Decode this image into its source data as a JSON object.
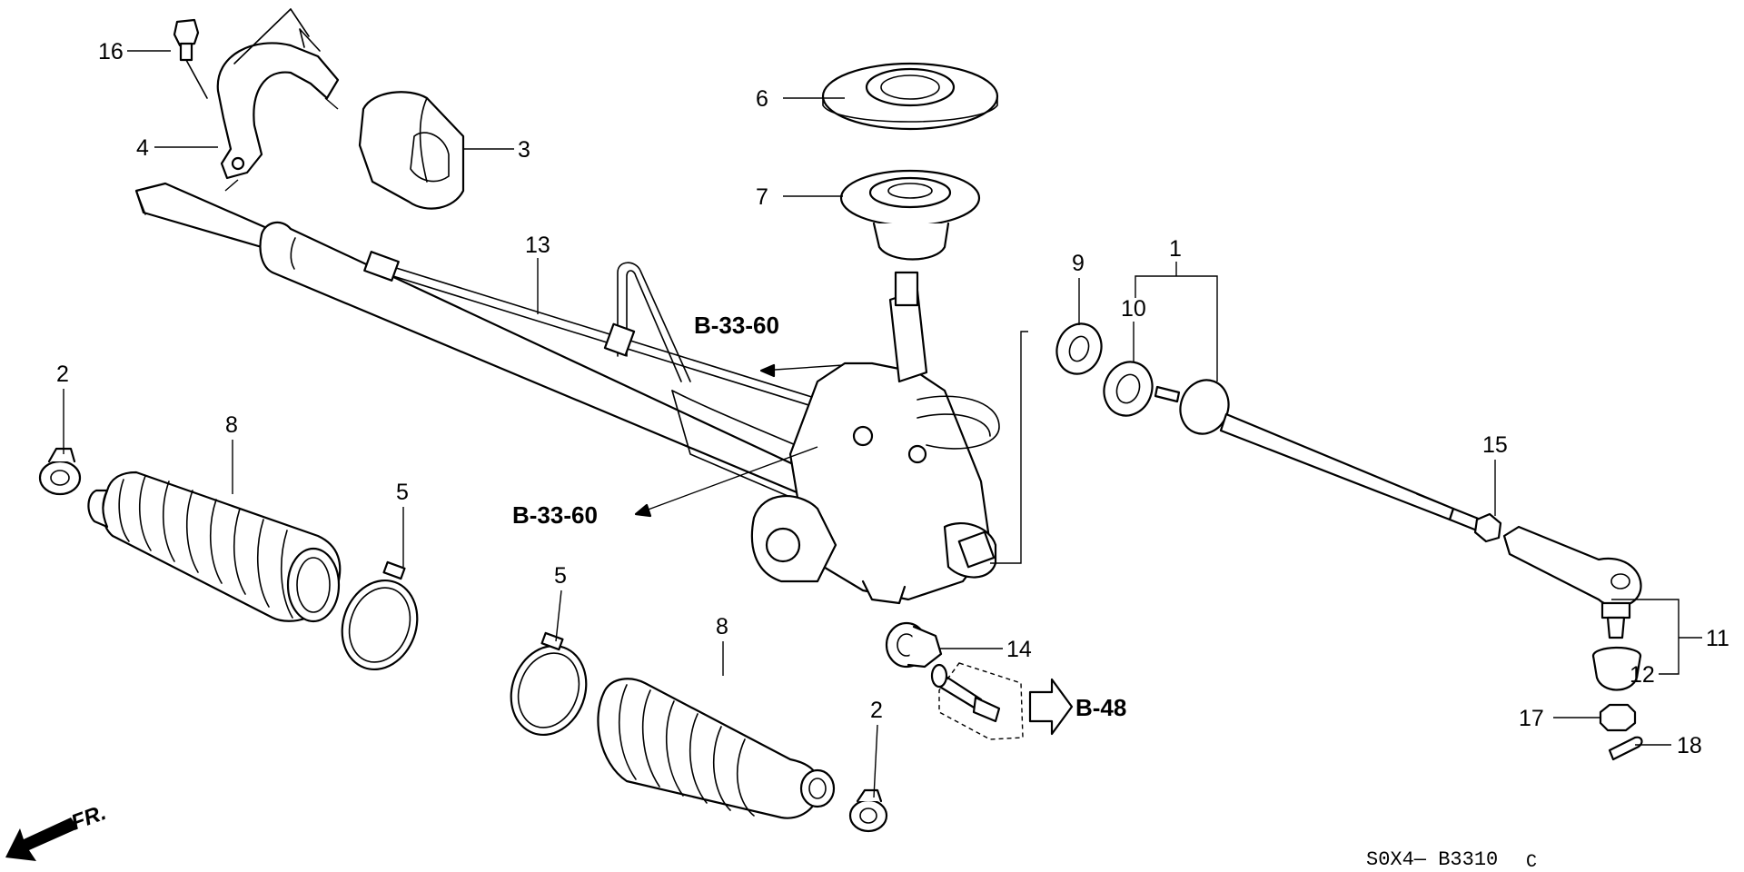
{
  "callouts": {
    "c1": "1",
    "c2a": "2",
    "c2b": "2",
    "c3": "3",
    "c4": "4",
    "c5a": "5",
    "c5b": "5",
    "c6": "6",
    "c7": "7",
    "c8a": "8",
    "c8b": "8",
    "c9": "9",
    "c10": "10",
    "c11": "11",
    "c12": "12",
    "c13": "13",
    "c14": "14",
    "c15": "15",
    "c16": "16",
    "c17": "17",
    "c18": "18"
  },
  "references": {
    "b3360_upper": "B-33-60",
    "b3360_lower": "B-33-60",
    "b48": "B-48"
  },
  "direction_label": "FR.",
  "diagram_code": "S0X4— B3310",
  "diagram_code_suffix": "C"
}
